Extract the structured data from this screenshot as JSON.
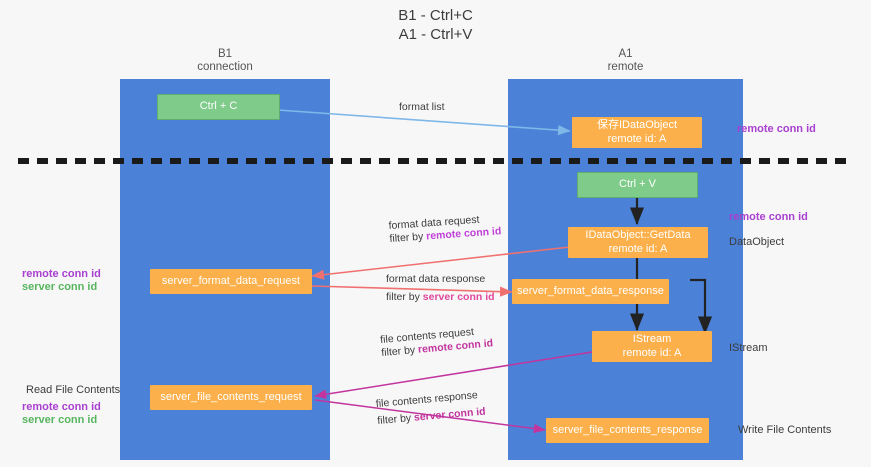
{
  "title": {
    "line1": "B1 - Ctrl+C",
    "line2": "A1 - Ctrl+V"
  },
  "columns": [
    {
      "id": "b1",
      "name": "B1",
      "role": "connection"
    },
    {
      "id": "a1",
      "name": "A1",
      "role": "remote"
    }
  ],
  "nodes": {
    "ctrl_c": {
      "line1": "Ctrl + C",
      "line2": ""
    },
    "save_dataobj": {
      "line1": "保存IDataObject",
      "line2": "remote id: A"
    },
    "ctrl_v": {
      "line1": "Ctrl + V",
      "line2": ""
    },
    "getdata": {
      "line1": "IDataObject::GetData",
      "line2": "remote id: A"
    },
    "fmt_req": {
      "line1": "server_format_data_request",
      "line2": ""
    },
    "fmt_resp": {
      "line1": "server_format_data_response",
      "line2": ""
    },
    "istream": {
      "line1": "IStream",
      "line2": "remote id: A"
    },
    "file_req": {
      "line1": "server_file_contents_request",
      "line2": ""
    },
    "file_resp": {
      "line1": "server_file_contents_response",
      "line2": ""
    }
  },
  "edge_labels": {
    "format_list": "format list",
    "format_data_request": "format data request",
    "format_data_request_filter_prefix": "filter by ",
    "format_data_request_filter_key": "remote conn id",
    "format_data_response": "format data response",
    "format_data_response_filter_prefix": "filter by ",
    "format_data_response_filter_key": "server conn id",
    "file_contents_request": "file contents request",
    "file_contents_request_filter_prefix": "filter by ",
    "file_contents_request_filter_key": "remote conn id",
    "file_contents_response": "file contents response",
    "file_contents_response_filter_prefix": "filter by ",
    "file_contents_response_filter_key": "server conn id"
  },
  "annotations": {
    "right_remote_conn_top": "remote conn id",
    "right_remote_conn_mid": "remote conn id",
    "right_dataobject": "DataObject",
    "right_istream": "IStream",
    "right_write_file": "Write File Contents",
    "left_remote_conn_id": "remote conn id",
    "left_server_conn_id": "server conn id",
    "left_read_file": "Read File Contents",
    "left_remote_conn_id2": "remote conn id",
    "left_server_conn_id2": "server conn id"
  },
  "colors": {
    "lane": "#4b82d8",
    "green_node": "#7fcb8a",
    "orange_node": "#fbb04b",
    "remote_key": "#a93fd0",
    "server_key": "#57b55f",
    "divider": "#1a1a1a",
    "arrow_blue": "#7fb8e8",
    "arrow_red": "#f07070",
    "arrow_pink": "#e0479e",
    "arrow_dark": "#222222"
  }
}
